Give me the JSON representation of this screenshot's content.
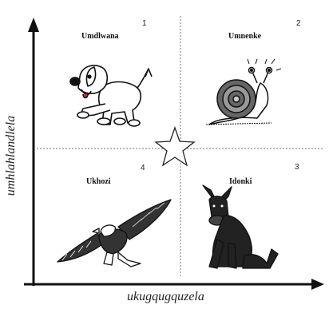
{
  "diagram": {
    "y_axis_label": "umhlahlandlela",
    "x_axis_label": "ukugqugquzela",
    "quadrants": [
      {
        "number": "1",
        "label": "Umdlwana",
        "icon": "puppy-icon"
      },
      {
        "number": "2",
        "label": "Umnenke",
        "icon": "snail-icon"
      },
      {
        "number": "3",
        "label": "Idonki",
        "icon": "donkey-icon"
      },
      {
        "number": "4",
        "label": "Ukhozi",
        "icon": "eagle-icon"
      }
    ],
    "center_icon": "star-icon",
    "colors": {
      "ink": "#111111",
      "divider": "#666666",
      "background": "#ffffff"
    }
  }
}
